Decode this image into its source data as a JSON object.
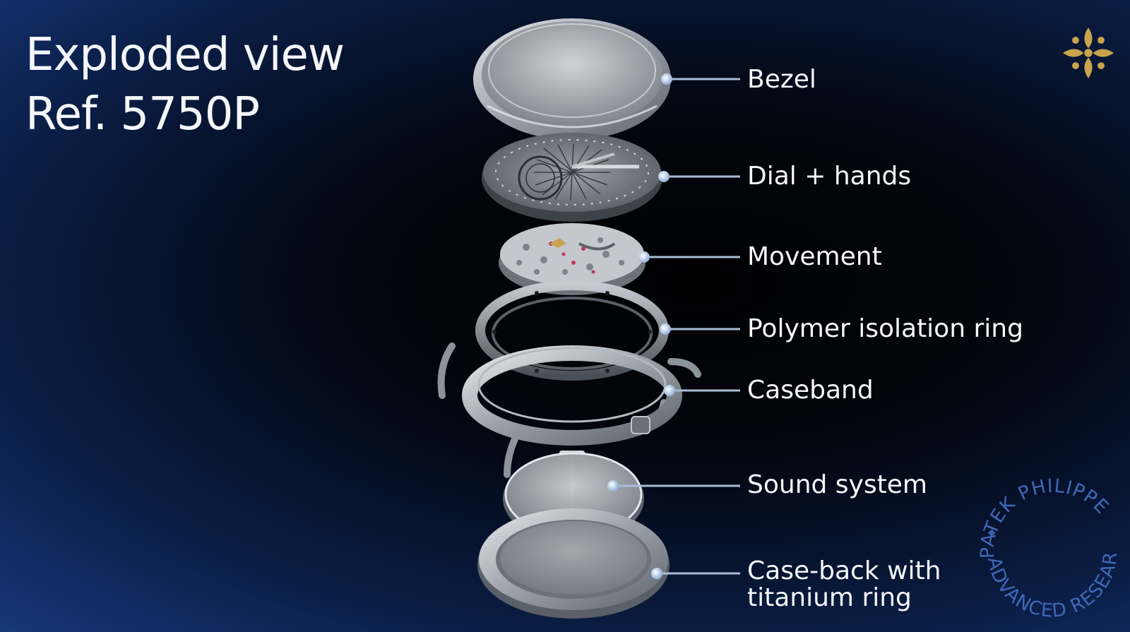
{
  "title": {
    "line1": "Exploded view",
    "line2": "Ref. 5750P"
  },
  "components": [
    {
      "id": "bezel",
      "label": "Bezel"
    },
    {
      "id": "dial",
      "label": "Dial + hands"
    },
    {
      "id": "movement",
      "label": "Movement"
    },
    {
      "id": "polymer-ring",
      "label": "Polymer isolation ring"
    },
    {
      "id": "caseband",
      "label": "Caseband"
    },
    {
      "id": "sound-system",
      "label": "Sound system"
    },
    {
      "id": "caseback",
      "label_line1": "Case-back with",
      "label_line2": "titanium ring"
    }
  ],
  "seal": {
    "text_top": "PATEK PHILIPPE",
    "text_bottom": "ADVANCED RESEARCH"
  },
  "colors": {
    "leader_line": "#a9bcd8",
    "leader_dot": "#c9d8ee",
    "seal": "#3f68b8",
    "logo_gold": "#c9a34d",
    "metal": "#b9bec6"
  },
  "icons": {
    "logo": "calatrava-cross-icon"
  }
}
